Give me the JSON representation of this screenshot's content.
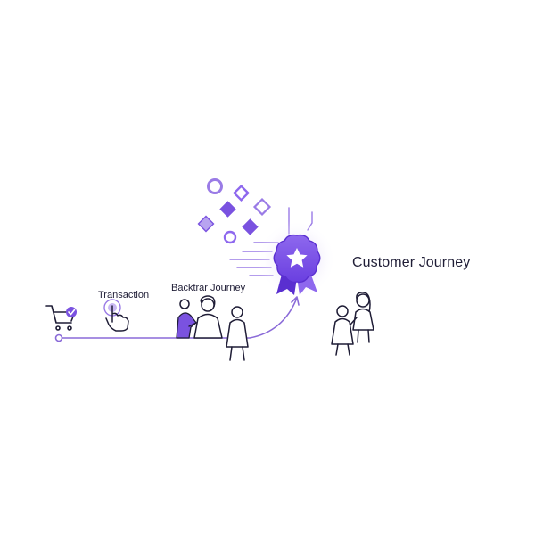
{
  "diagram": {
    "title": "Customer Journey",
    "steps": [
      {
        "label": "Transaction"
      },
      {
        "label": "Backtrar Journey"
      }
    ]
  },
  "icons": [
    "shopping-cart-icon",
    "check-badge-icon",
    "tap-hand-icon",
    "people-group-icon",
    "person-icon",
    "award-badge-icon",
    "star-icon",
    "diamond-icon",
    "circle-icon"
  ],
  "colors": {
    "accent": "#7a52e0",
    "accent_dark": "#5a2fd0",
    "accent_light": "#b8a4f0",
    "line": "#8a6ad8",
    "ink": "#1f1d36"
  }
}
